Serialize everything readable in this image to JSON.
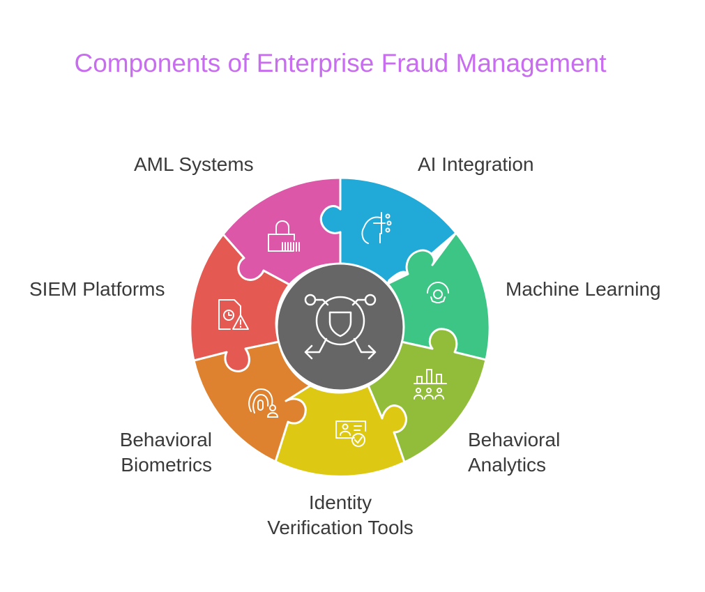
{
  "title": "Components of Enterprise Fraud Management",
  "center": {
    "icon": "shield-network-icon",
    "color": "#666666"
  },
  "segments": [
    {
      "label": "AI Integration",
      "color": "#21a9d8",
      "icon": "ai-head-icon"
    },
    {
      "label": "Machine Learning",
      "color": "#3cc585",
      "icon": "gear-cycle-icon"
    },
    {
      "label_line1": "Behavioral",
      "label_line2": "Analytics",
      "color": "#92bd3b",
      "icon": "bar-chart-people-icon"
    },
    {
      "label_line1": "Identity",
      "label_line2": "Verification Tools",
      "color": "#ddc914",
      "icon": "id-card-check-icon"
    },
    {
      "label_line1": "Behavioral",
      "label_line2": "Biometrics",
      "color": "#de8230",
      "icon": "fingerprint-user-icon"
    },
    {
      "label": "SIEM Platforms",
      "color": "#e45a53",
      "icon": "document-clock-warning-icon"
    },
    {
      "label": "AML Systems",
      "color": "#dc57a8",
      "icon": "lock-barcode-icon"
    }
  ]
}
